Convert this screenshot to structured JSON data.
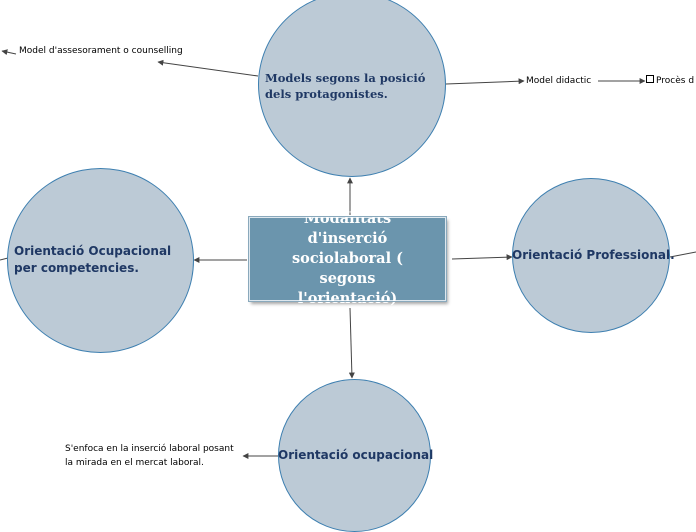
{
  "central": {
    "title": "Modalitats d'inserció sociolaboral ( segons l'orientació)"
  },
  "nodes": {
    "top": "Models segons la posició dels protagonistes.",
    "left": "Orientació Ocupacional per competencies.",
    "right": "Orientació Professional.",
    "bottom": "Orientació ocupacional"
  },
  "labels": {
    "counselling": "Model d'assesorament o counselling",
    "didactic": "Model didactic",
    "proces": "Procès d",
    "enfoca_line1": "S'enfoca en la inserció laboral posant",
    "enfoca_line2": "la mirada en el mercat laboral."
  },
  "colors": {
    "circle_fill": "#bccad6",
    "circle_border": "#3d7fb0",
    "central_fill": "#6b95ad",
    "node_text": "#1f3864",
    "central_text": "#ffffff"
  }
}
